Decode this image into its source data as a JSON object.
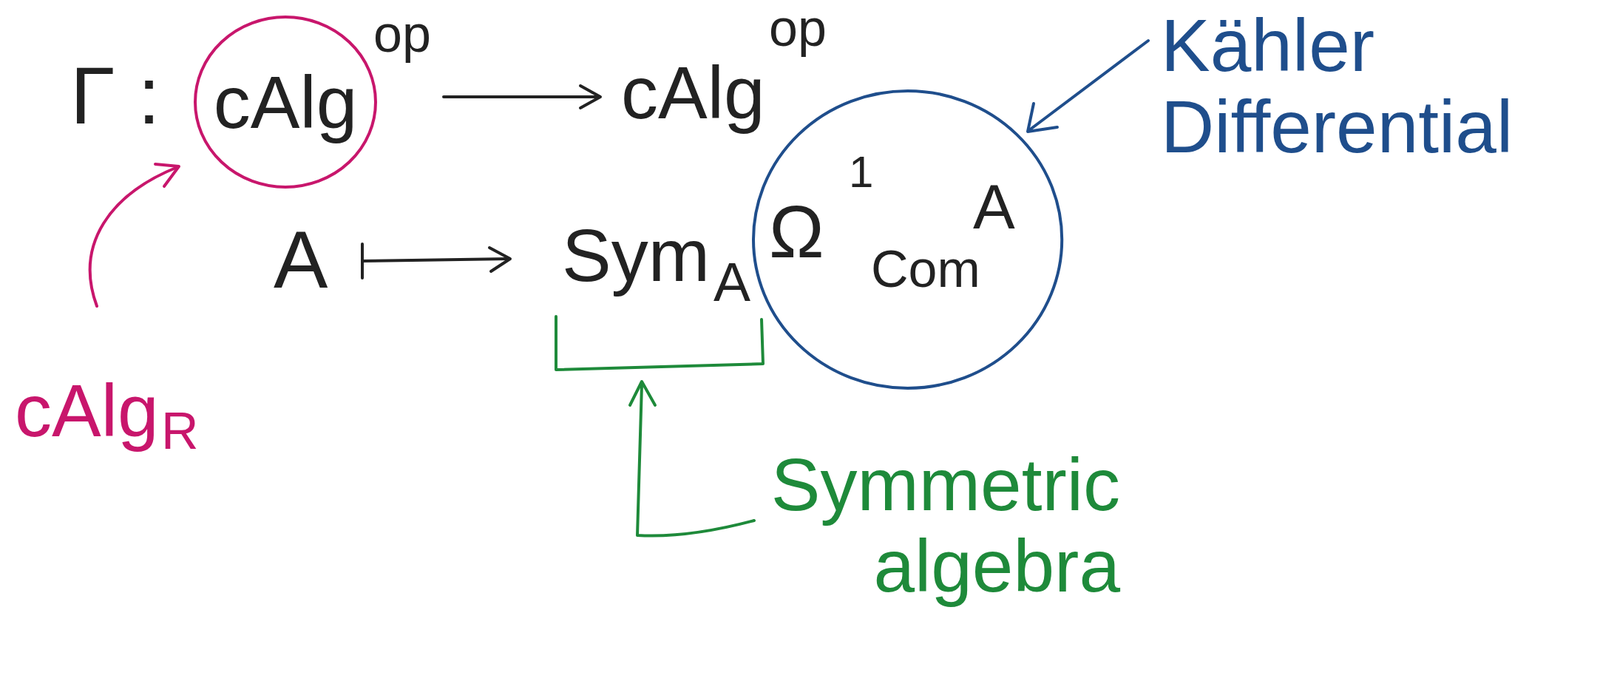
{
  "diagram": {
    "nodes": [
      {
        "text": [
          "cAlg"
        ]
      },
      {
        "text": [
          "Ω",
          "1",
          "Com",
          "A"
        ]
      }
    ],
    "labels": [
      "Γ :",
      "op",
      "cAlg",
      "op",
      "A",
      "Sym",
      "A",
      "Kähler Differential",
      "cAlg",
      "R",
      "Symmetric algebra"
    ]
  }
}
